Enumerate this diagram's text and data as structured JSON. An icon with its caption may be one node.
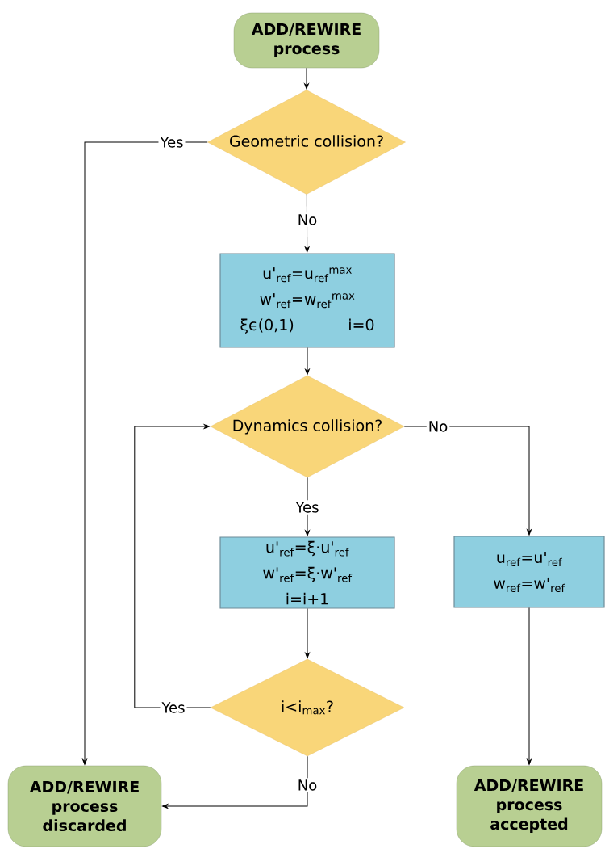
{
  "diagram": {
    "nodes": [
      {
        "text": [
          "ADD/REWIRE process"
        ]
      },
      {
        "text": [
          "Geometric collision?"
        ]
      },
      {
        "text": [
          "u'$_{ref}$=u$_{ref}$$^{max}$",
          "w'$_{ref}$=w$_{ref}$$^{max}$",
          "ξϵ(0,1)",
          "i=0"
        ]
      },
      {
        "text": [
          "Dynamics collision?"
        ]
      },
      {
        "text": [
          "u'$_{ref}$=ξ·u'$_{ref}$",
          "w'$_{ref}$=ξ·w'$_{ref}$",
          "i=i+1"
        ]
      },
      {
        "text": [
          "u$_{ref}$=u'$_{ref}$",
          "w$_{ref}$=w'$_{ref}$"
        ]
      },
      {
        "text": [
          "i<i$_{max}$?"
        ]
      },
      {
        "text": [
          "ADD/REWIRE process discarded"
        ]
      },
      {
        "text": [
          "ADD/REWIRE process accepted"
        ]
      }
    ],
    "edges": [
      {
        "from": 0,
        "to": 1,
        "arrow": "to"
      },
      {
        "from": 1,
        "to": 7,
        "arrow": "to",
        "label": "Yes"
      },
      {
        "from": 1,
        "to": 2,
        "arrow": "to",
        "label": "No"
      },
      {
        "from": 2,
        "to": 3,
        "arrow": "to"
      },
      {
        "from": 3,
        "to": 4,
        "arrow": "to",
        "label": "Yes"
      },
      {
        "from": 3,
        "to": 5,
        "arrow": "to",
        "label": "No"
      },
      {
        "from": 4,
        "to": 6,
        "arrow": "to"
      },
      {
        "from": 6,
        "to": 3,
        "arrow": "to",
        "label": "Yes"
      },
      {
        "from": 6,
        "to": 7,
        "arrow": "to",
        "label": "No"
      },
      {
        "from": 5,
        "to": 8,
        "arrow": "to"
      }
    ]
  }
}
